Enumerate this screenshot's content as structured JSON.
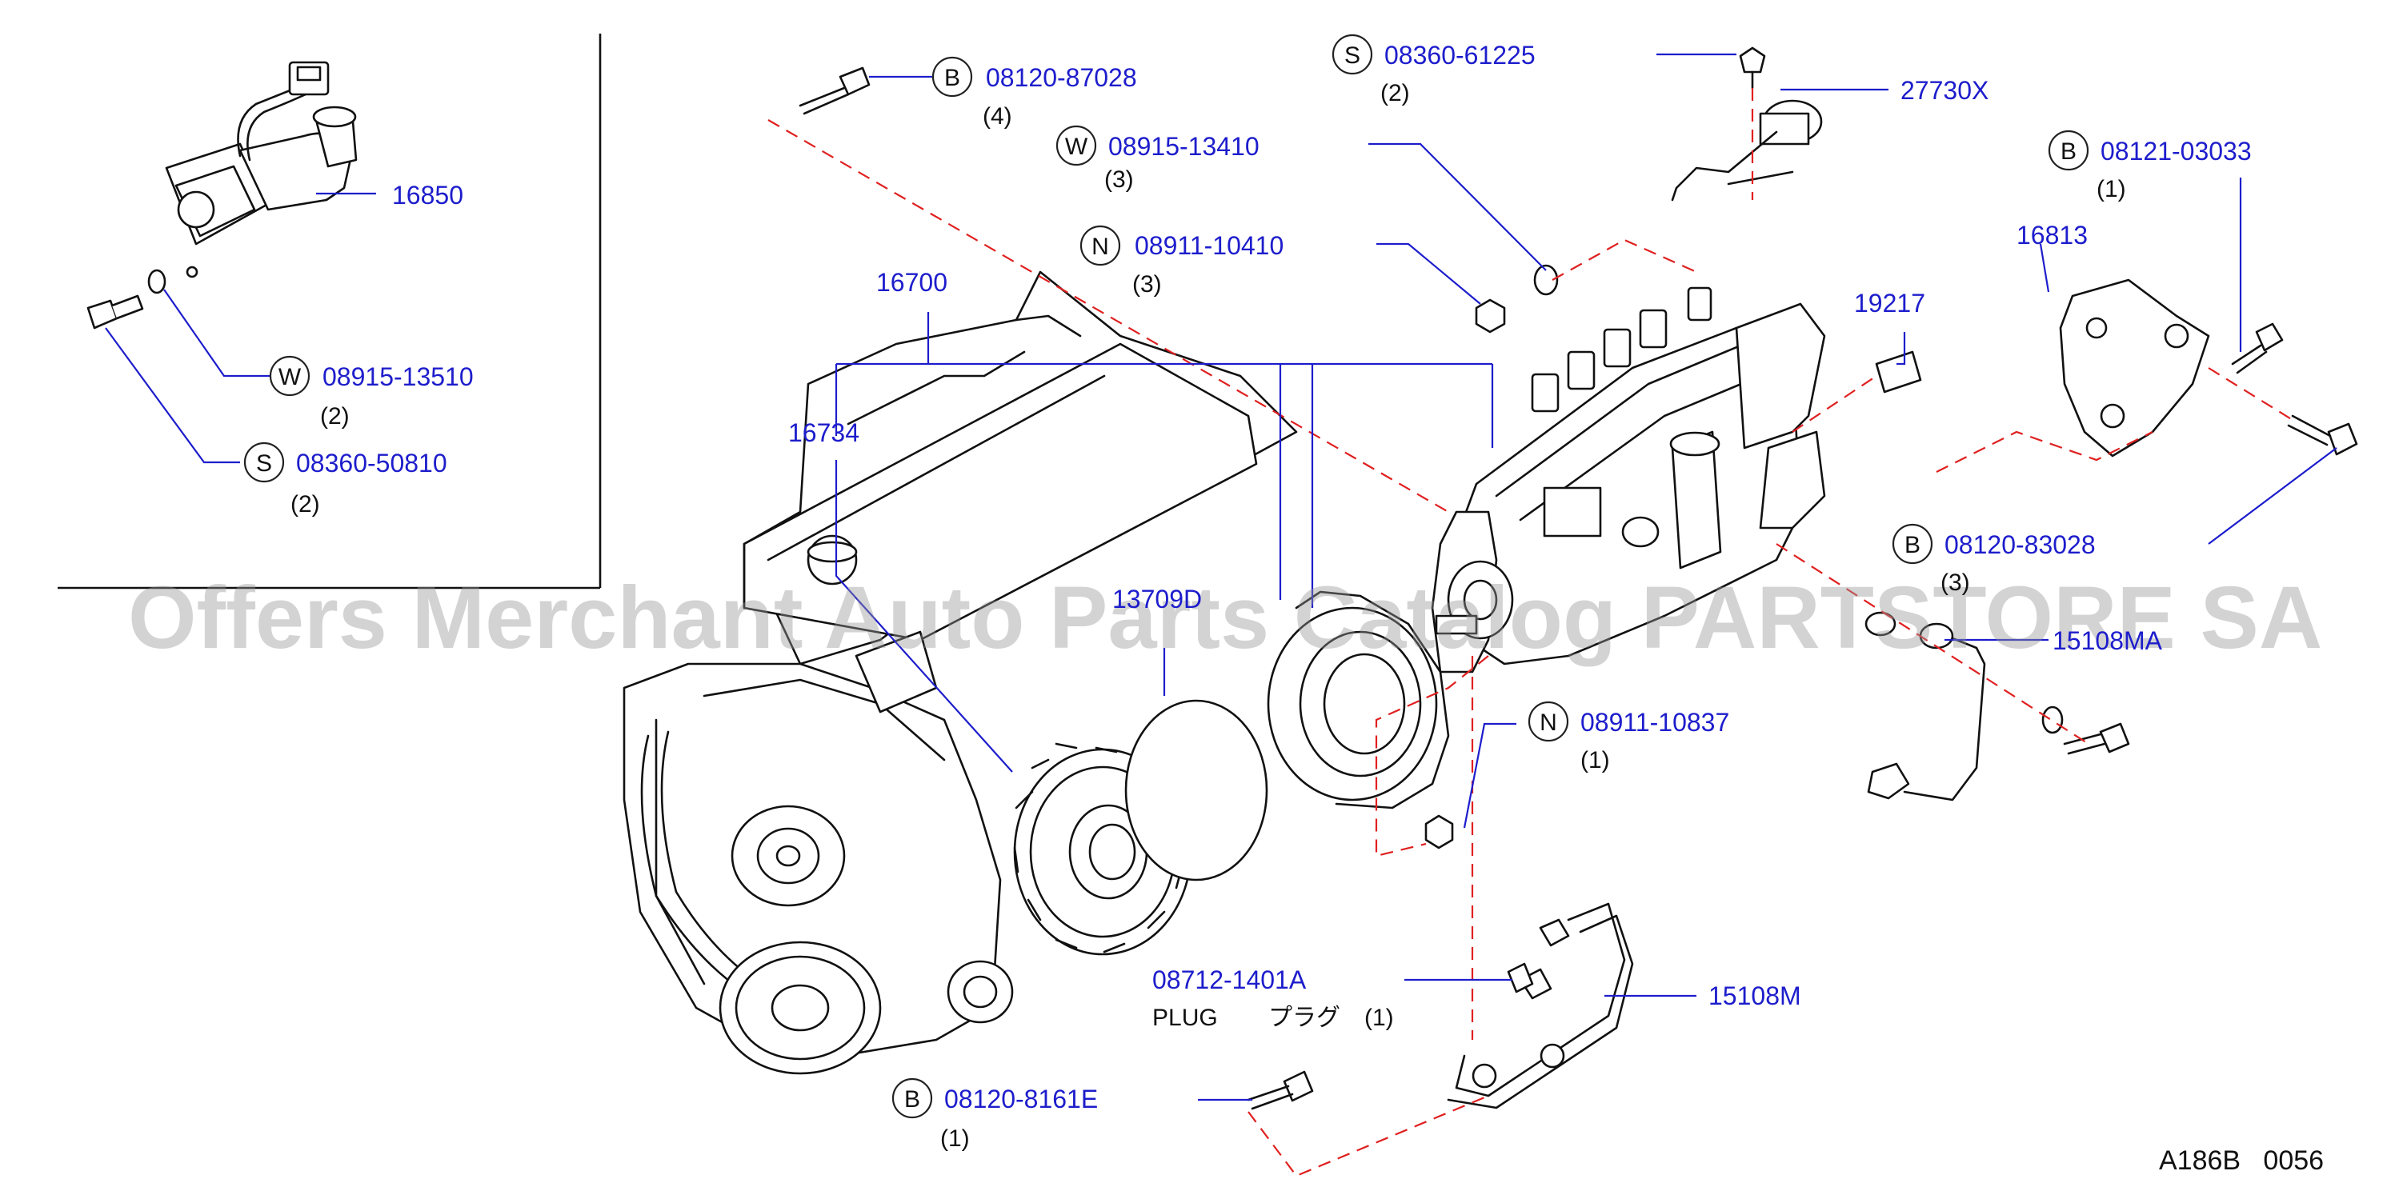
{
  "watermark": "Offers Merchant Auto Parts Catalog PARTSTORE SA",
  "diagram_code": "A186B   0056",
  "callouts": {
    "c16850": {
      "part": "16850"
    },
    "c08915_13510": {
      "prefix": "W",
      "part": "08915-13510",
      "qty": "(2)"
    },
    "c08360_50810": {
      "prefix": "S",
      "part": "08360-50810",
      "qty": "(2)"
    },
    "c08120_87028": {
      "prefix": "B",
      "part": "08120-87028",
      "qty": "(4)"
    },
    "c08915_13410": {
      "prefix": "W",
      "part": "08915-13410",
      "qty": "(3)"
    },
    "c08911_10410": {
      "prefix": "N",
      "part": "08911-10410",
      "qty": "(3)"
    },
    "c16700": {
      "part": "16700"
    },
    "c16734": {
      "part": "16734"
    },
    "c13709d": {
      "part": "13709D"
    },
    "c08360_61225": {
      "prefix": "S",
      "part": "08360-61225",
      "qty": "(2)"
    },
    "c27730x": {
      "part": "27730X"
    },
    "c19217": {
      "part": "19217"
    },
    "c16813": {
      "part": "16813"
    },
    "c08121_03033": {
      "prefix": "B",
      "part": "08121-03033",
      "qty": "(1)"
    },
    "c08120_83028": {
      "prefix": "B",
      "part": "08120-83028",
      "qty": "(3)"
    },
    "c15108ma": {
      "part": "15108MA"
    },
    "c08911_10837": {
      "prefix": "N",
      "part": "08911-10837",
      "qty": "(1)"
    },
    "c08712_1401a": {
      "part": "08712-1401A",
      "label": "PLUG",
      "label_jp": "プラグ",
      "qty": "(1)"
    },
    "c15108m": {
      "part": "15108M"
    },
    "c08120_8161e": {
      "prefix": "B",
      "part": "08120-8161E",
      "qty": "(1)"
    }
  },
  "colors": {
    "part_number": "#1d1dcc",
    "guide_line": "#e02020",
    "text": "#111111"
  }
}
